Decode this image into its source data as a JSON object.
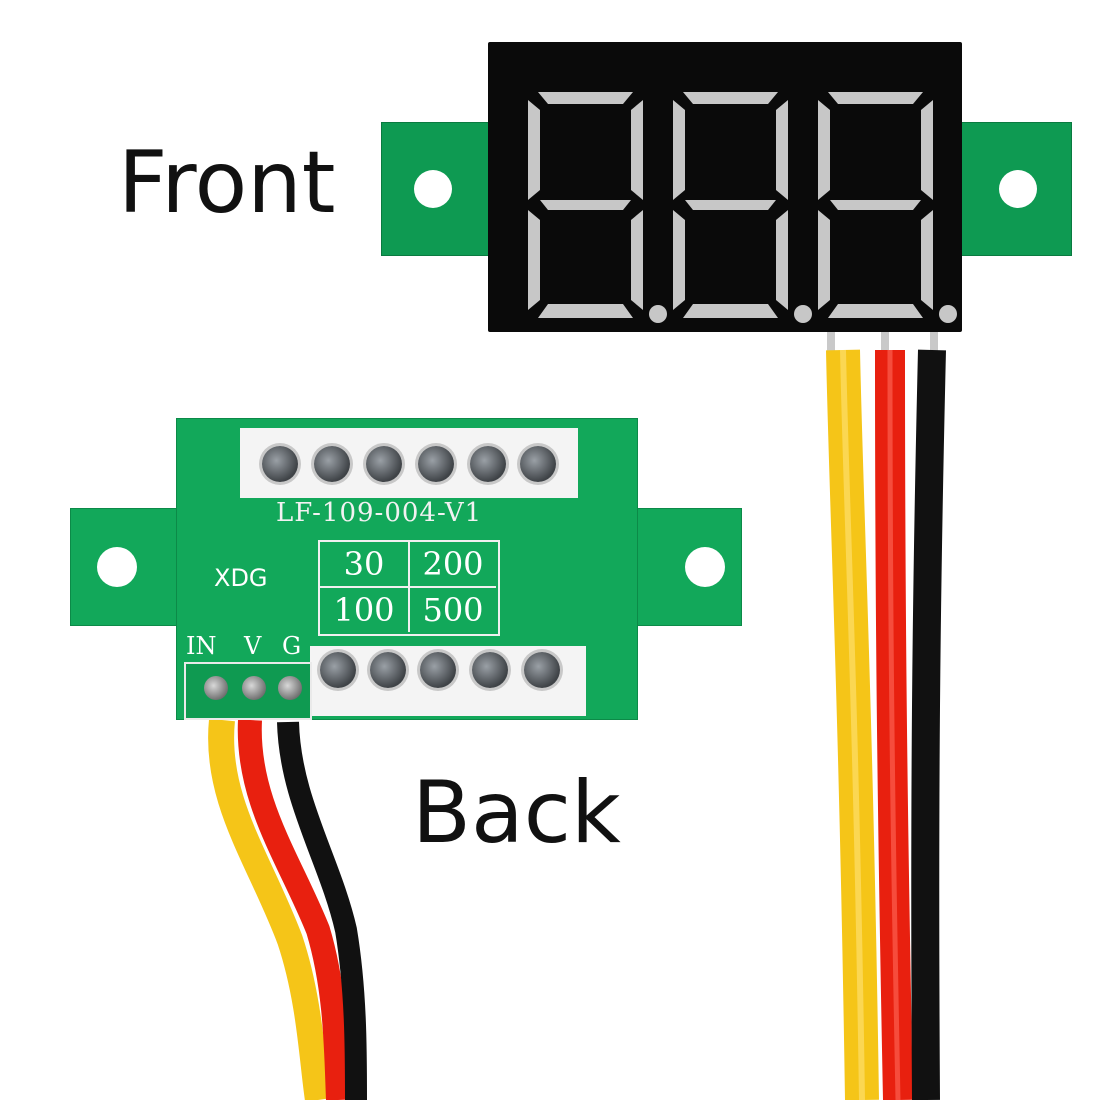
{
  "labels": {
    "front": "Front",
    "back": "Back"
  },
  "back_board": {
    "code": "LF-109-004-V1",
    "brand": "XDG",
    "ranges": [
      "30",
      "200",
      "100",
      "500"
    ],
    "pins": [
      "IN",
      "V",
      "G"
    ]
  },
  "colors": {
    "pcb": "#12a85a",
    "display": "#0a0a0a",
    "segment": "#d8d8d8",
    "wire_yellow": "#f5c518",
    "wire_red": "#e8200f",
    "wire_black": "#111111"
  }
}
